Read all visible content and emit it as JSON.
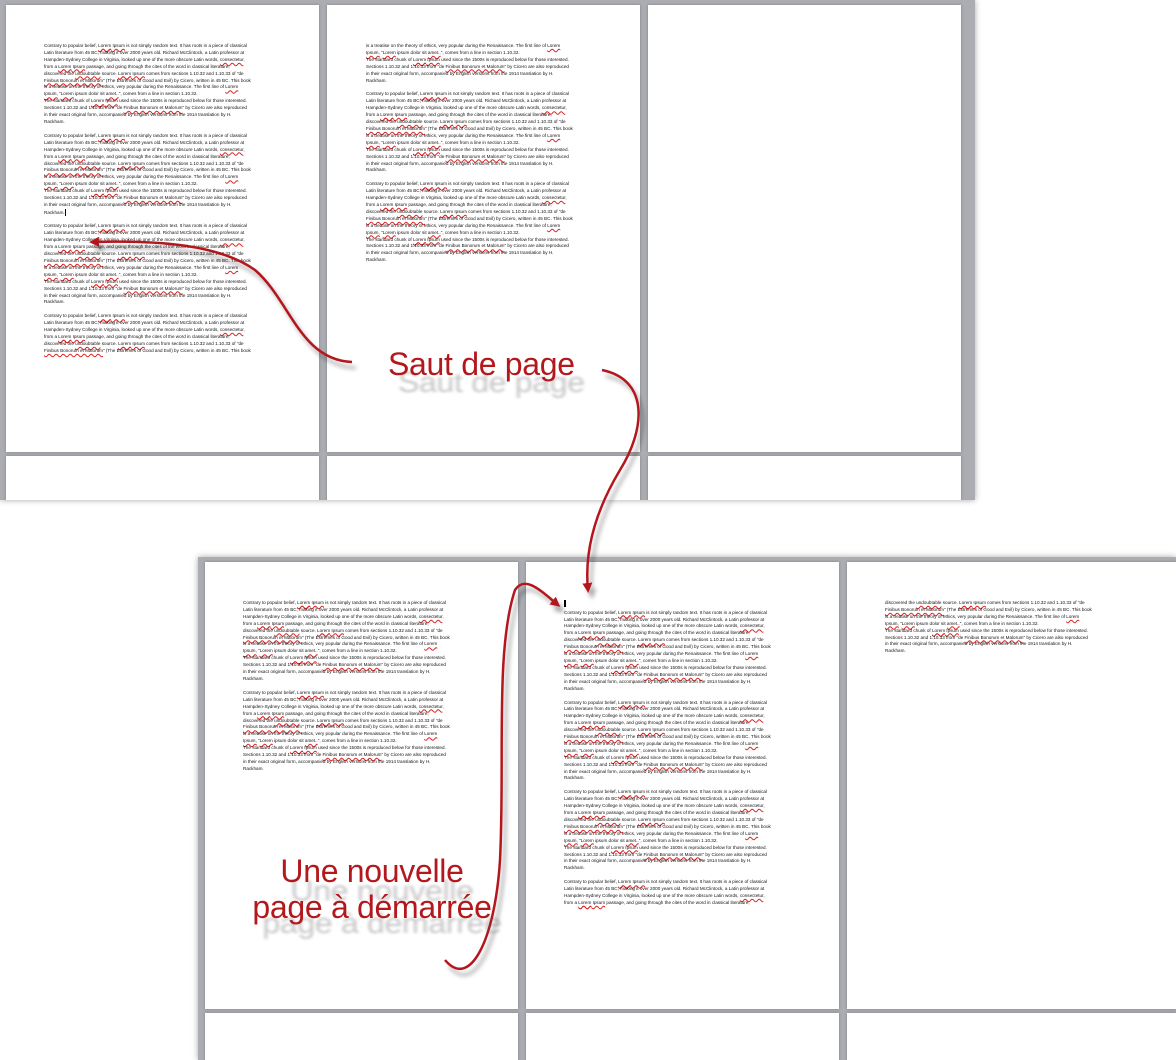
{
  "callouts": {
    "page_break": "Saut de page",
    "new_page_line1": "Une nouvelle",
    "new_page_line2": "page à démarrée"
  },
  "paragraph_lines": [
    "Contrary to popular belief, Lorem Ipsum is not simply random text. It has roots in a piece of classical",
    "Latin literature from 45 BC, making it over 2000 years old. Richard McClintock, a Latin professor at",
    "Hampden-Sydney College in Virginia, looked up one of the more obscure Latin words, consectetur,",
    "from a Lorem Ipsum passage, and going through the cites of the word in classical literature,",
    "discovered the undoubtable source. Lorem Ipsum comes from sections 1.10.32 and 1.10.33 of \"de",
    "Finibus Bonorum et Malorum\" (The Extremes of Good and Evil) by Cicero, written in 45 BC. This book",
    "is a treatise on the theory of ethics, very popular during the Renaissance. The first line of Lorem",
    "Ipsum, \"Lorem ipsum dolor sit amet..\", comes from a line in section 1.10.32.",
    "The standard chunk of Lorem Ipsum used since the 1500s is reproduced below for those interested.",
    "Sections 1.10.32 and 1.10.33 from \"de Finibus Bonorum et Malorum\" by Cicero are also reproduced",
    "in their exact original form, accompanied by English versions from the 1914 translation by H.",
    "Rackham."
  ]
}
